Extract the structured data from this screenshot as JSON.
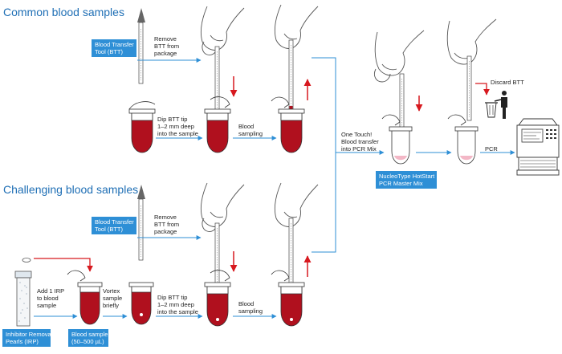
{
  "sections": {
    "common_title": "Common blood samples",
    "challenging_title": "Challenging blood samples"
  },
  "labels": {
    "btt_top": [
      "Blood Transfer",
      "Tool (BTT)"
    ],
    "btt_bottom": [
      "Blood Transfer",
      "Tool (BTT)"
    ],
    "irp": [
      "Inhibitor Removal",
      "Pearls (IRP)"
    ],
    "blood_sample": [
      "Blood sample",
      "(50–500 µL)"
    ],
    "master_mix": [
      "NucleoType HotStart",
      "PCR Master Mix"
    ]
  },
  "steps": {
    "remove_top": [
      "Remove",
      "BTT from",
      "package"
    ],
    "dip_top": [
      "Dip BTT tip",
      "1–2 mm deep",
      "into the sample"
    ],
    "sampling_top": [
      "Blood",
      "sampling"
    ],
    "remove_bottom": [
      "Remove",
      "BTT from",
      "package"
    ],
    "add_irp": [
      "Add 1 IRP",
      "to blood",
      "sample"
    ],
    "vortex": [
      "Vortex",
      "sample",
      "briefly"
    ],
    "dip_bottom": [
      "Dip BTT tip",
      "1–2 mm deep",
      "into the sample"
    ],
    "sampling_bottom": [
      "Blood",
      "sampling"
    ],
    "one_touch": [
      "One Touch!",
      "Blood transfer",
      "into PCR Mix"
    ],
    "discard": [
      "Discard BTT"
    ],
    "pcr": [
      "PCR"
    ]
  },
  "colors": {
    "accent_blue": "#2e8fd6",
    "title_blue": "#1f6fb5",
    "blood_red": "#b0101e",
    "arrow_red": "#d7191f",
    "pink_mix": "#f3b7c6",
    "line_gray": "#555555"
  },
  "icons": [
    "pipette-icon",
    "hand-icon",
    "tube-icon",
    "vial-icon",
    "trash-person-icon",
    "thermocycler-icon"
  ]
}
